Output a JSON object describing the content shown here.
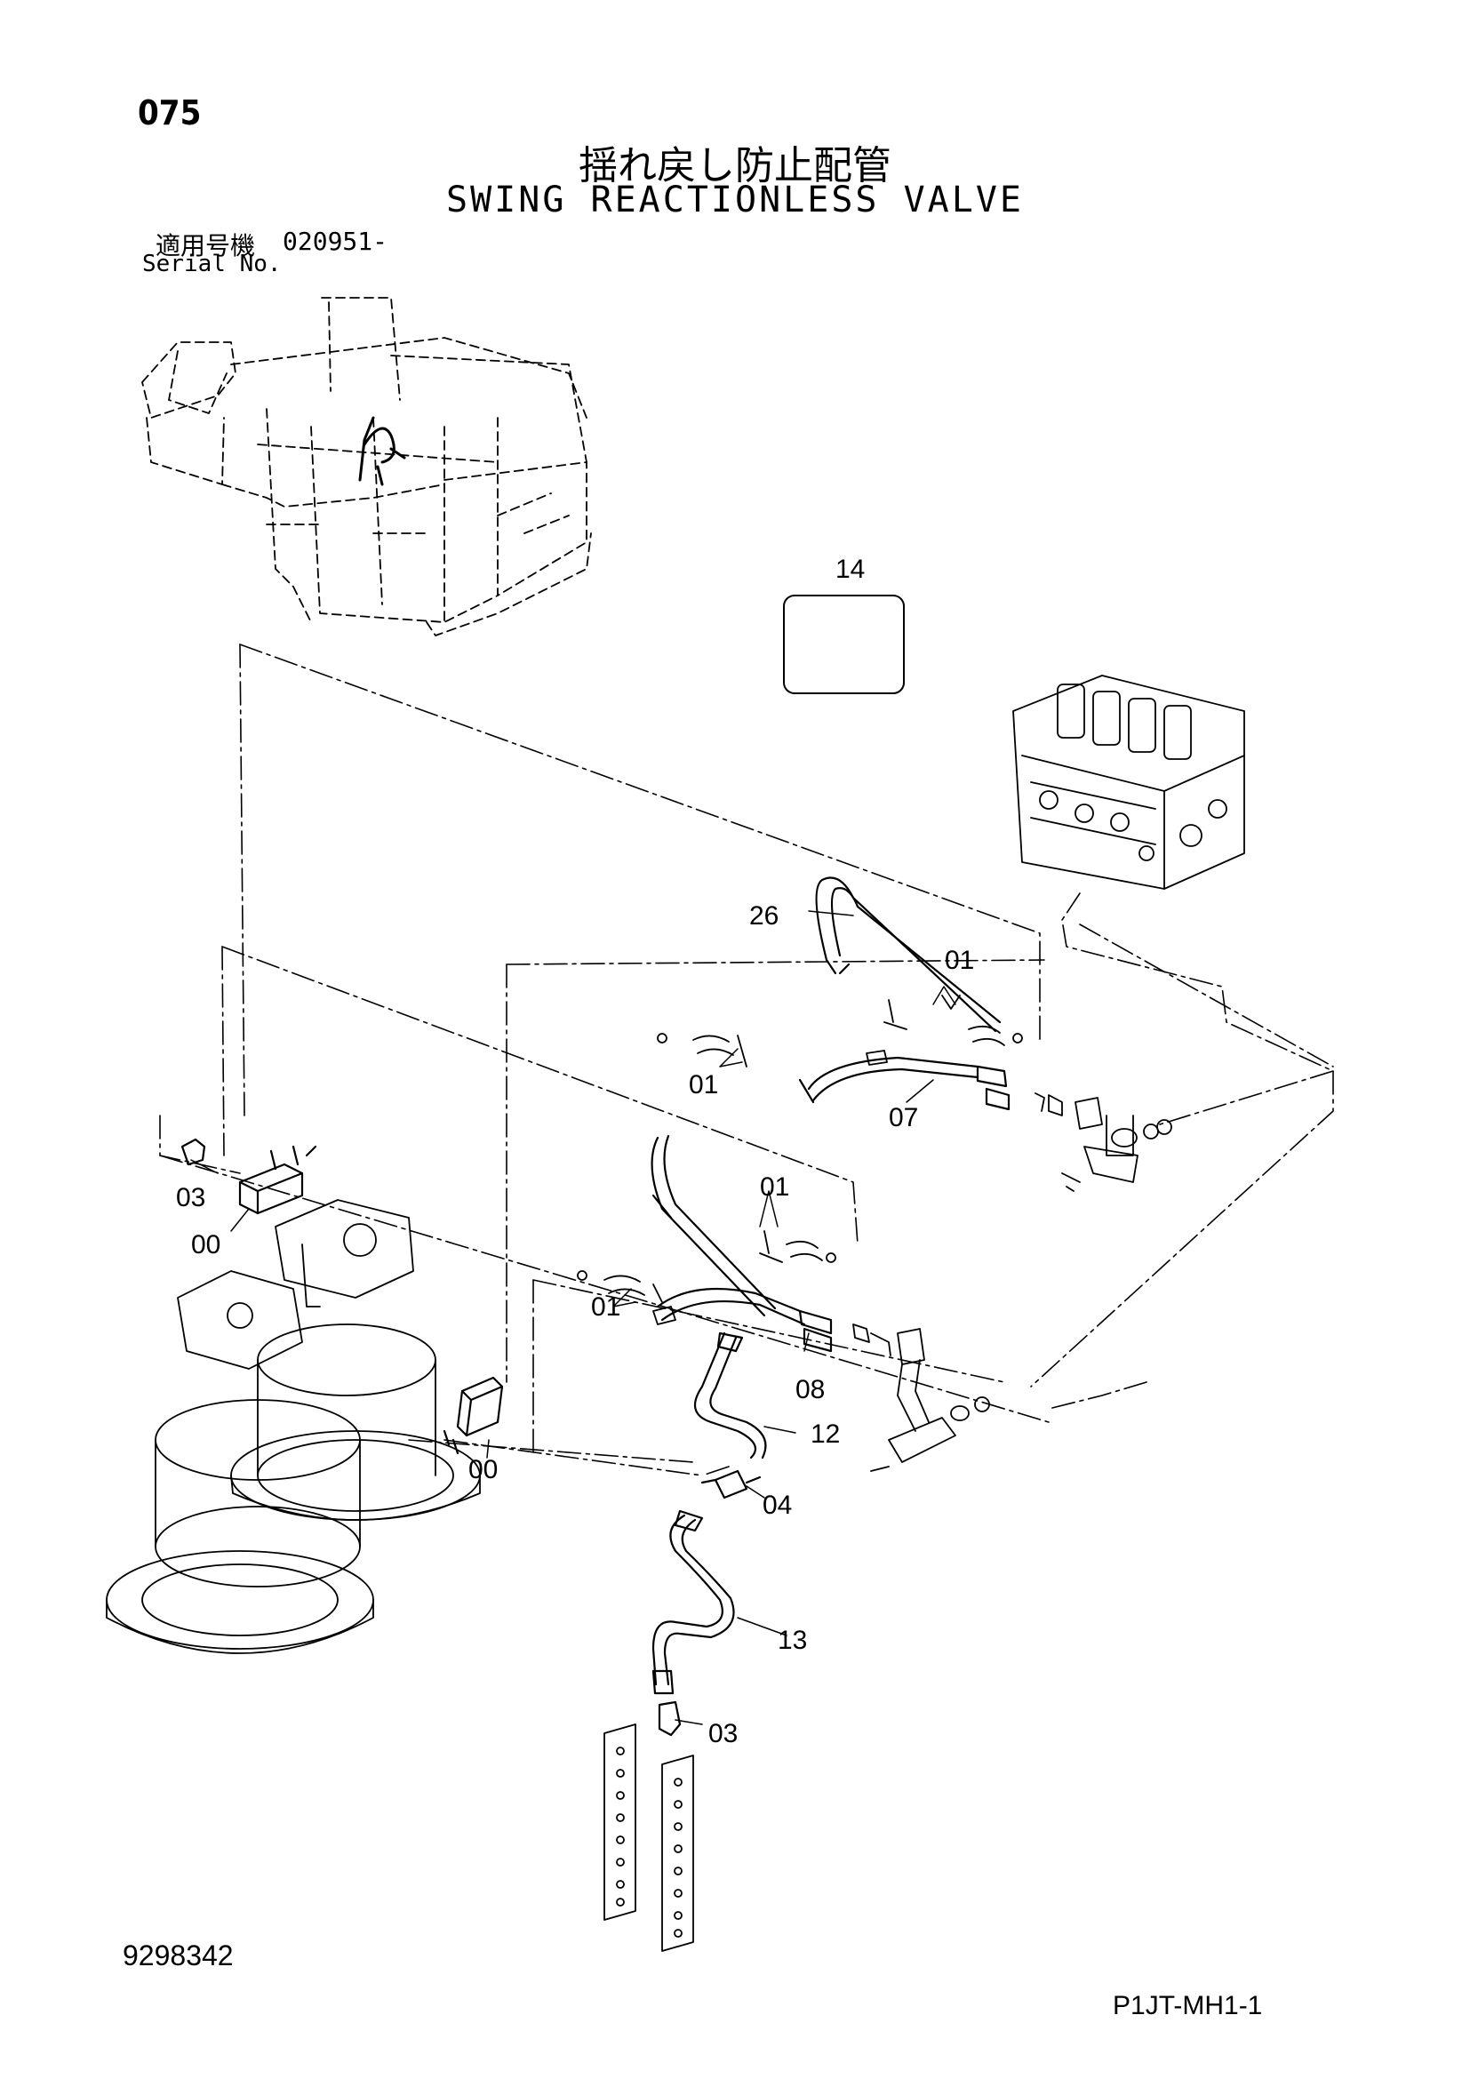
{
  "header": {
    "page_number": "075",
    "title_jp": "揺れ戻し防止配管",
    "title_en": "SWING REACTIONLESS VALVE",
    "serial_label_jp": "適用号機",
    "serial_code": "020951-",
    "serial_label_en": "Serial No."
  },
  "callouts": {
    "c14": "14",
    "c26": "26",
    "c01a": "01",
    "c01b": "01",
    "c07": "07",
    "c03a": "03",
    "c00a": "00",
    "c01c": "01",
    "c01d": "01",
    "c08": "08",
    "c12": "12",
    "c00b": "00",
    "c04": "04",
    "c13": "13",
    "c03b": "03"
  },
  "footer": {
    "doc_number": "9298342",
    "drawing_code": "P1JT-MH1-1"
  },
  "colors": {
    "line": "#000000",
    "background": "#ffffff"
  }
}
